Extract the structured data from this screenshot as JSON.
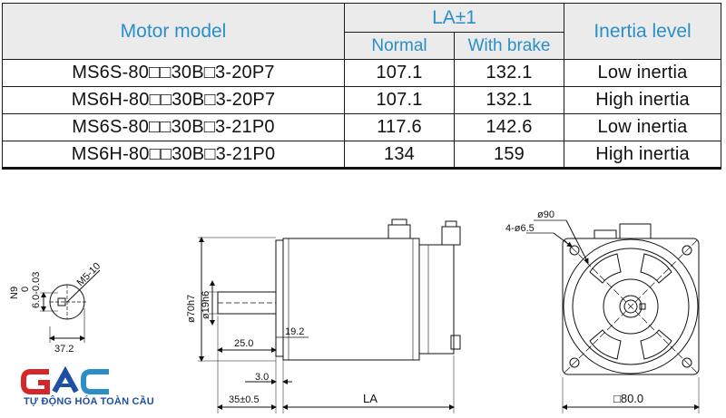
{
  "table": {
    "header_model": "Motor model",
    "header_la": "LA±1",
    "header_normal": "Normal",
    "header_brake": "With brake",
    "header_inertia": "Inertia level",
    "rows": [
      {
        "model": "MS6S-80□□30B□3-20P7",
        "normal": "107.1",
        "brake": "132.1",
        "inertia": "Low inertia"
      },
      {
        "model": "MS6H-80□□30B□3-20P7",
        "normal": "107.1",
        "brake": "132.1",
        "inertia": "High inertia"
      },
      {
        "model": "MS6S-80□□30B□3-21P0",
        "normal": "117.6",
        "brake": "142.6",
        "inertia": "Low inertia"
      },
      {
        "model": "MS6H-80□□30B□3-21P0",
        "normal": "134",
        "brake": "159",
        "inertia": "High inertia"
      }
    ]
  },
  "drawings": {
    "keyway": {
      "n9": "N9",
      "zero": "0",
      "tol": "6.0-0.03",
      "thread": "M5-10",
      "depth": "37.2"
    },
    "side": {
      "dia_flange": "ø70h7",
      "dia_shaft": "ø19h6",
      "key_len": "25.0",
      "offset": "19.2",
      "flange_thk": "3.0",
      "shaft_len": "35±0.5",
      "body_len": "LA"
    },
    "front": {
      "pcd": "ø90",
      "holes": "4-ø6.5",
      "square": "□80.0"
    }
  },
  "logo": {
    "brand": "GAC",
    "tagline": "TỰ ĐỘNG HÓA TOÀN CẦU",
    "colors": {
      "red": "#d5262b",
      "blue": "#1f4fa0",
      "accent": "#2a8fc9"
    }
  }
}
